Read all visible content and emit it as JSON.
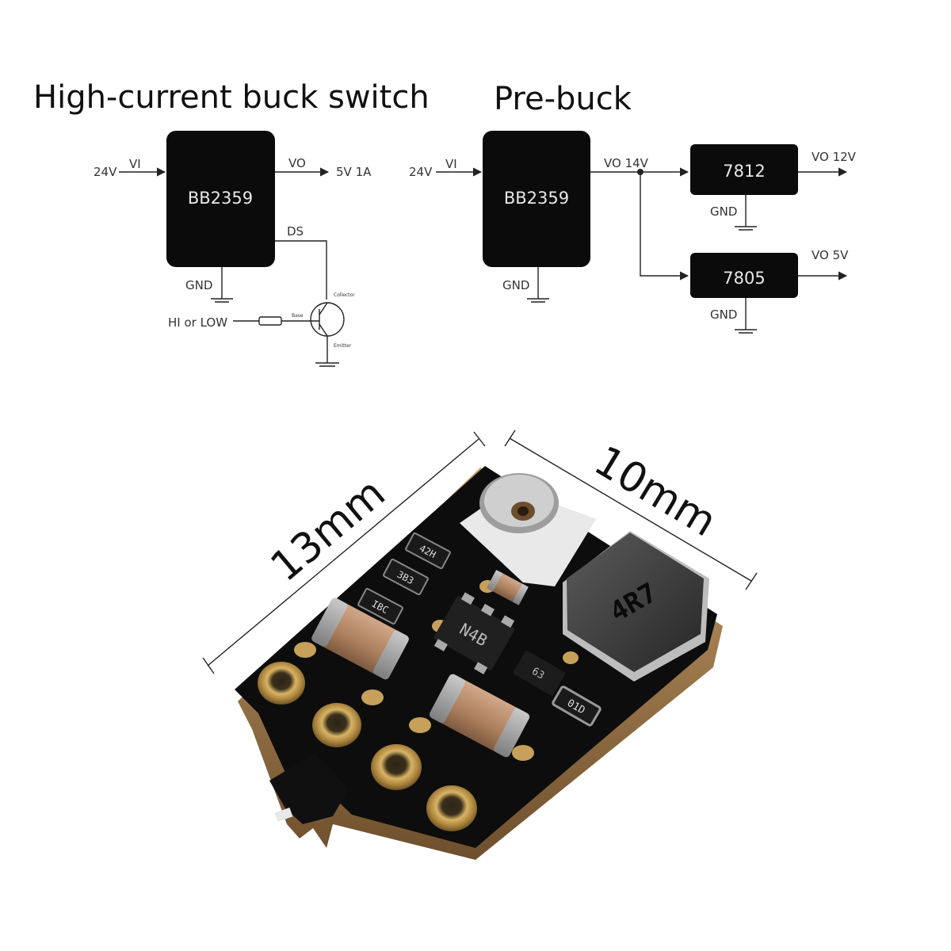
{
  "left_diagram": {
    "title": "High-current buck switch",
    "chip_label": "BB2359",
    "input_voltage": "24V",
    "input_pin": "VI",
    "output_pin": "VO",
    "output_value": "5V 1A",
    "ds_pin": "DS",
    "gnd_label": "GND",
    "control_label": "HI or LOW",
    "base_label": "Base",
    "collector_label": "Collector",
    "emitter_label": "Emitter"
  },
  "right_diagram": {
    "title": "Pre-buck",
    "chip_label": "BB2359",
    "input_voltage": "24V",
    "input_pin": "VI",
    "output_label": "VO 14V",
    "gnd_label": "GND",
    "reg1": {
      "label": "7812",
      "output": "VO 12V",
      "gnd": "GND"
    },
    "reg2": {
      "label": "7805",
      "output": "VO 5V",
      "gnd": "GND"
    }
  },
  "photo": {
    "length_label": "13mm",
    "width_label": "10mm",
    "inductor_marking": "4R7",
    "ic_marking": "N4B",
    "small_ic_marking": "63",
    "resistor_marking": "01D",
    "part_markings": [
      "42H",
      "3B3",
      "IBC"
    ]
  },
  "colors": {
    "chip_fill": "#0b0b0b",
    "pcb": "#0d0d0d",
    "gold_pad": "#c9a24f",
    "capacitor": "#b48a66",
    "board_edge": "#9c7a4e"
  }
}
